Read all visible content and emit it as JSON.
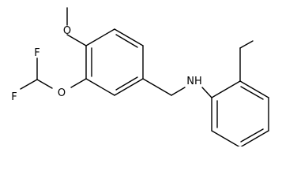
{
  "atoms": {
    "methoxy_O": "O",
    "ether_O": "O",
    "fluorine_top": "F",
    "fluorine_bottom": "F",
    "amine_NH": "NH"
  },
  "colors": {
    "bond": "#000000",
    "label": "#000000",
    "background": "#ffffff"
  }
}
